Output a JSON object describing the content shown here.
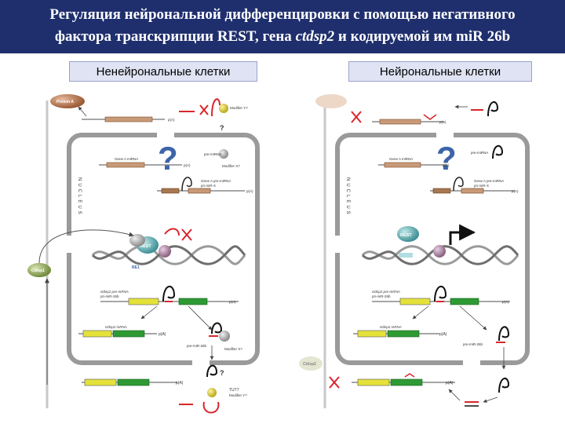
{
  "title": {
    "line1": "Регуляция нейрональной дифференцировки с помощью негативного",
    "line2_pre": "фактора транскрипции REST, гена ",
    "line2_italic": "ctdsp2",
    "line2_post": " и  кодируемой им miR 26b"
  },
  "headers": {
    "left": "Ненейрональные клетки",
    "right": "Нейрональные клетки"
  },
  "diagram_labels": {
    "protein_a": "Protein A",
    "modifier_y": "Modifier Y?",
    "modifier_x": "Modifier X?",
    "pa": "p(A)",
    "gene_a_mirna": "Gene A miRNA",
    "pre_mirna": "pre-miRNA",
    "gene_a_pre_mirna": "Gene A pre-miRNA",
    "pri_mir_x": "pri-miR-X",
    "nucleus": "NUCLEUS",
    "ctdsp1": "Ctdsp1",
    "ctdsp2_protein": "Ctdsp2",
    "rest": "REST",
    "re1": "RE1",
    "ctdsp2_pre_mrna": "ctdsp2 pre-mRNA",
    "pri_mir_26b": "pri-miR-26b",
    "ctdsp2_mrna": "ctdsp2 mRNA",
    "pre_mir_26b": "pre-miR-26b",
    "tut7": "TUT7",
    "question": "?"
  },
  "colors": {
    "title_bg": "#1f2f6e",
    "header_bg": "#dfe3f3",
    "green": "#2e9a34",
    "yellow": "#e4e23a",
    "cell_border": "#9a9a9a",
    "blue_q": "#3c64a8",
    "red": "#d8262b",
    "tan": "#b07a4f"
  }
}
